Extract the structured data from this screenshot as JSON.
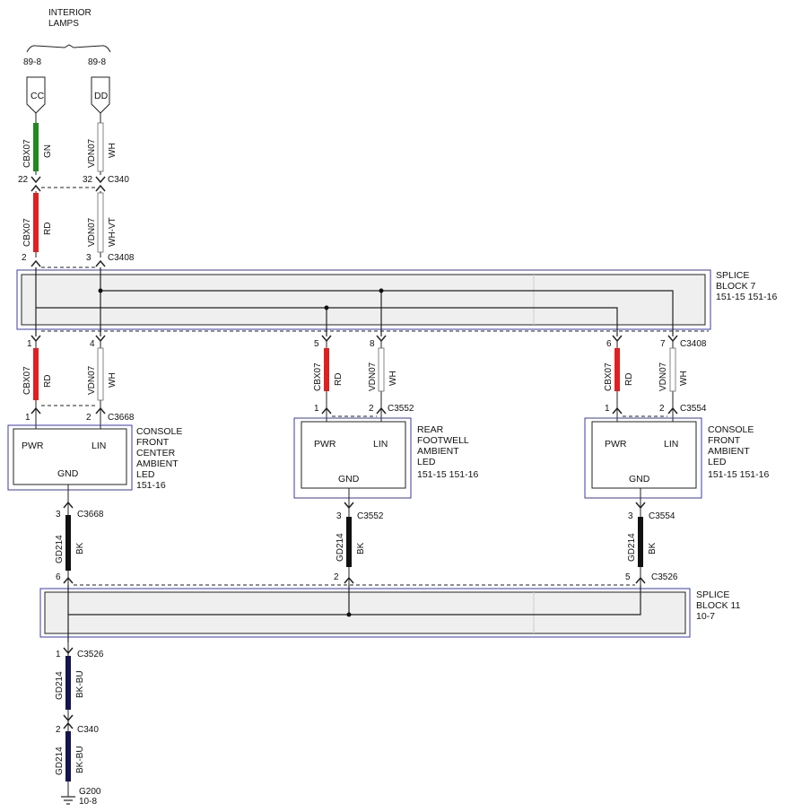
{
  "header": {
    "line1": "INTERIOR",
    "line2": "LAMPS"
  },
  "connectors_top": {
    "cc": {
      "label": "CC",
      "ref": "89-8"
    },
    "dd": {
      "label": "DD",
      "ref": "89-8"
    }
  },
  "wires": {
    "cbx07_gn": {
      "circuit": "CBX07",
      "color": "GN"
    },
    "vdn07_wh": {
      "circuit": "VDN07",
      "color": "WH"
    },
    "cbx07_rd": {
      "circuit": "CBX07",
      "color": "RD"
    },
    "vdn07_whvt": {
      "circuit": "VDN07",
      "color": "WH-VT"
    },
    "gd214_bk": {
      "circuit": "GD214",
      "color": "BK"
    },
    "gd214_bkbu": {
      "circuit": "GD214",
      "color": "BK-BU"
    }
  },
  "connectors": {
    "c340": "C340",
    "c3408": "C3408",
    "c3668": "C3668",
    "c3552": "C3552",
    "c3554": "C3554",
    "c3526": "C3526"
  },
  "pins": {
    "p22": "22",
    "p32": "32",
    "p2": "2",
    "p3": "3",
    "p1": "1",
    "p4": "4",
    "p5": "5",
    "p8": "8",
    "p6": "6",
    "p7": "7"
  },
  "splice_block_7": {
    "line1": "SPLICE",
    "line2": "BLOCK 7",
    "line3": "151-15  151-16"
  },
  "splice_block_11": {
    "line1": "SPLICE",
    "line2": "BLOCK 11",
    "line3": "10-7"
  },
  "component_left": {
    "pwr": "PWR",
    "lin": "LIN",
    "gnd": "GND",
    "name": [
      "CONSOLE",
      "FRONT",
      "CENTER",
      "AMBIENT",
      "LED"
    ],
    "ref": "151-16"
  },
  "component_mid": {
    "pwr": "PWR",
    "lin": "LIN",
    "gnd": "GND",
    "name": [
      "REAR",
      "FOOTWELL",
      "AMBIENT",
      "LED"
    ],
    "ref": "151-15  151-16"
  },
  "component_right": {
    "pwr": "PWR",
    "lin": "LIN",
    "gnd": "GND",
    "name": [
      "CONSOLE",
      "FRONT",
      "AMBIENT",
      "LED"
    ],
    "ref": "151-15  151-16"
  },
  "ground": {
    "label": "G200",
    "ref": "10-8"
  },
  "colors": {
    "green": "#1f8a1f",
    "red": "#e02020",
    "black": "#111111",
    "navy": "#14144e",
    "block_border": "#3a3ab0",
    "block_fill": "#efefef"
  }
}
